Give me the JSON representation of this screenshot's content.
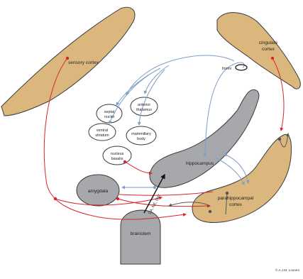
{
  "colors": {
    "cortex_fill": "#dbb77d",
    "grey_fill": "#a7a8ab",
    "outline": "#3a3a3a",
    "red_pathway": "#d7262c",
    "blue_pathway": "#7f9ec8",
    "grey_pathway": "#555555",
    "background": "#ffffff"
  },
  "labels": {
    "sensory_cortex": "sensory cortex",
    "cingulate_1": "cingulate",
    "cingulate_2": "cortex",
    "fornix": "fornix",
    "septal_1": "septal",
    "septal_2": "nuclei",
    "anterior_1": "anterior",
    "anterior_2": "thalamus",
    "ventral_1": "ventral",
    "ventral_2": "striatum",
    "mammillary_1": "mammillary",
    "mammillary_2": "body",
    "nucleus_1": "nucleus",
    "nucleus_2": "basalis",
    "hippocampus": "hippocampus",
    "amygdala": "amygdala",
    "parahippocampal_1": "parahippocampal",
    "parahippocampal_2": "cortex",
    "brainstem": "brainstem",
    "transmitters": "DA, NE, 5HT",
    "copyright": "© A.J.M. Loonen"
  }
}
